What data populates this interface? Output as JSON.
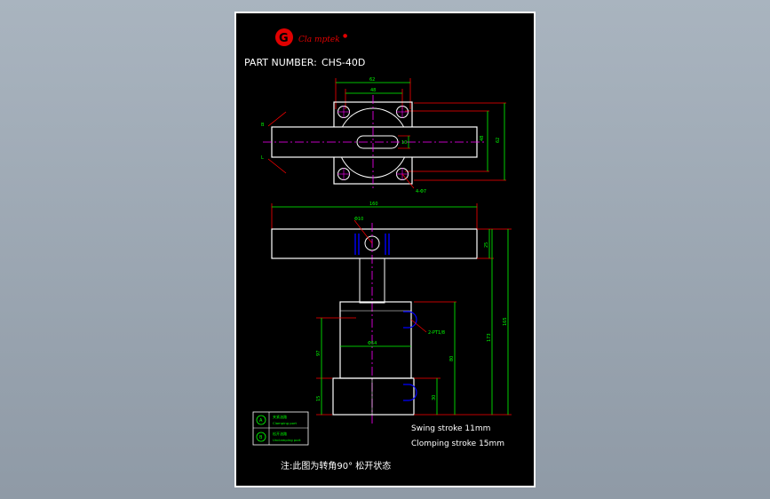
{
  "logo": {
    "glyph": "G",
    "name": "Cla mptek",
    "dot": "●"
  },
  "part_number": {
    "label": "PART NUMBER:",
    "value": "CHS-40D"
  },
  "top_view": {
    "dim_width_outer": "62",
    "dim_width_inner": "48",
    "dim_height_inner": "48",
    "dim_height_outer": "62",
    "dim_slot": "10",
    "hole_callout": "4-Φ7",
    "arrow_a": "B",
    "arrow_b": "L"
  },
  "front_view": {
    "dim_arm_length": "160",
    "dim_pin": "Φ10",
    "dim_arm_thickness": "25",
    "dim_port": "2-PT1/8",
    "dim_body_dia": "Φ54",
    "dim_left_height": "97",
    "dim_body_height": "80",
    "dim_base_left": "15",
    "dim_base": "30",
    "dim_total_a": "173",
    "dim_total_b": "165"
  },
  "legend": [
    {
      "symbol": "A",
      "title": "夹紧油路",
      "subtitle": "Clamping port"
    },
    {
      "symbol": "B",
      "title": "松开油路",
      "subtitle": "Unclamping port"
    }
  ],
  "notes": {
    "swing_stroke": "Swing stroke 11mm",
    "clamping_stroke": "Clomping stroke 15mm",
    "footnote": "注:此图为转角90° 松开状态"
  },
  "colors": {
    "background": "#000000",
    "outline": "#ffffff",
    "dimension": "#00ff00",
    "extension": "#ff0000",
    "centerline": "#ff00ff",
    "port": "#0000ff",
    "logo": "#e00000"
  }
}
